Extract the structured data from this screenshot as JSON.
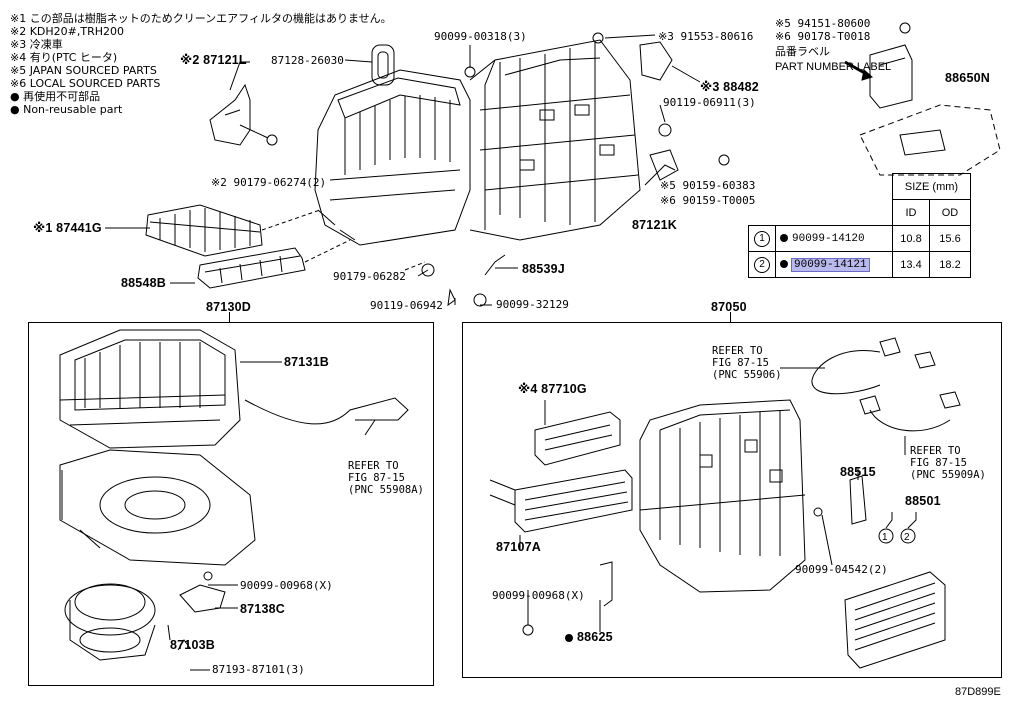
{
  "notes": [
    "※1 この部品は樹脂ネットのためクリーンエアフィルタの機能はありません。",
    "※2 KDH20#,TRH200",
    "※3 冷凍車",
    "※4 有り(PTC ヒータ)",
    "※5 JAPAN SOURCED PARTS",
    "※6 LOCAL SOURCED PARTS",
    "● 再使用不可部品",
    "● Non-reusable part"
  ],
  "labels": {
    "p87121L": "※2 87121L",
    "p87128": "87128-26030",
    "p90099_318": "90099-00318(3)",
    "p91553": "※3 91553-80616",
    "p88482": "※3 88482",
    "p94151": "※5 94151-80600",
    "p90178": "※6 90178-T0018",
    "label_jp": "品番ラベル",
    "label_en": "PART NUMBER LABEL",
    "p88650N": "88650N",
    "p90119_6911": "90119-06911(3)",
    "p90179_6274": "※2 90179-06274(2)",
    "p90159_60383": "※5 90159-60383",
    "p90159_T0005": "※6 90159-T0005",
    "p87121K": "87121K",
    "p87441G": "※1 87441G",
    "p88548B": "88548B",
    "p90179_6282": "90179-06282",
    "p88539J": "88539J",
    "p90119_6942": "90119-06942",
    "p90099_32129": "90099-32129",
    "p87130D": "87130D",
    "p87050": "87050",
    "p87131B": "87131B",
    "refer1": "REFER TO\nFIG 87-15\n(PNC 55908A)",
    "p90099_968a": "90099-00968(X)",
    "p87138C": "87138C",
    "p87103B": "87103B",
    "p87193": "87193-87101(3)",
    "refer2": "REFER TO\nFIG 87-15\n(PNC 55906)",
    "p87710G": "※4 87710G",
    "refer3": "REFER TO\nFIG 87-15\n(PNC 55909A)",
    "p88515": "88515",
    "p88501": "88501",
    "p87107A": "87107A",
    "p90099_4542": "90099-04542(2)",
    "p90099_968b": "90099-00968(X)",
    "p88625": "88625",
    "figure_id": "87D899E"
  },
  "size_table": {
    "header": "SIZE (mm)",
    "col_id": "ID",
    "col_od": "OD",
    "rows": [
      {
        "no": "1",
        "part": "90099-14120",
        "id": "10.8",
        "od": "15.6",
        "highlight": false
      },
      {
        "no": "2",
        "part": "90099-14121",
        "id": "13.4",
        "od": "18.2",
        "highlight": true
      }
    ]
  }
}
